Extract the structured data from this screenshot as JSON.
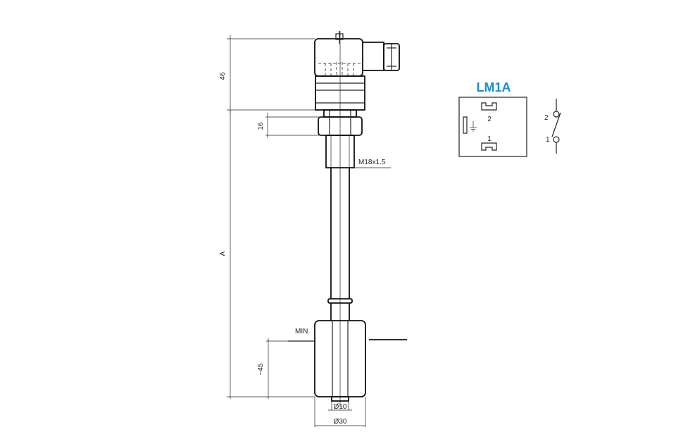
{
  "model": {
    "label": "LM1A",
    "color": "#1a8fd0"
  },
  "dimensions": {
    "connector_height": "46",
    "hex_height": "16",
    "thread": "M18x1.5",
    "overall_length": "A",
    "min_level": "MIN.",
    "float_height": "~45",
    "stem_diameter": "Ø10",
    "float_diameter": "Ø30"
  },
  "connector_pins": {
    "top": "2",
    "bottom": "1"
  },
  "switch_pins": {
    "top": "2",
    "bottom": "1"
  },
  "icons": {
    "ground": "ground-icon",
    "switch": "reed-switch-icon"
  }
}
